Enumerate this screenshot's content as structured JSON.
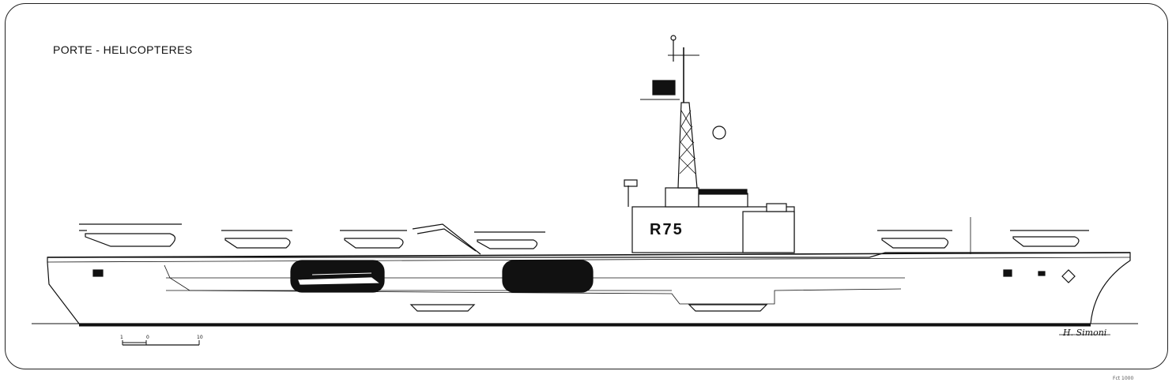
{
  "drawing": {
    "title": "PORTE - HELICOPTERES",
    "pennant_number": "R75",
    "signature": "H. Simoni",
    "footnote": "Fct 1000"
  },
  "scale_bar": {
    "labels": [
      "1",
      "0",
      "10"
    ]
  },
  "colors": {
    "ink": "#111111",
    "paper": "#ffffff"
  }
}
